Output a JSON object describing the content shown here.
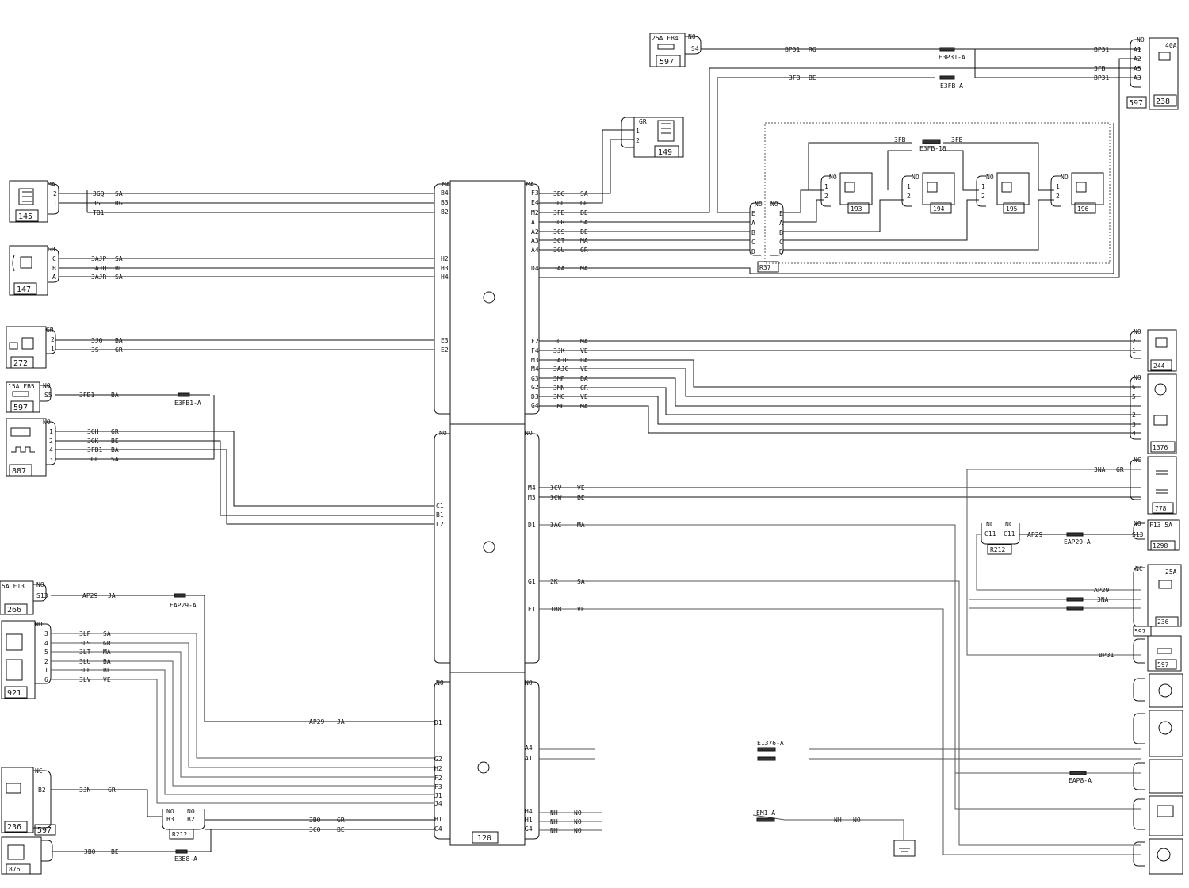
{
  "ecu": {
    "number": "120"
  },
  "components": {
    "c145": "145",
    "c147": "147",
    "c272": "272",
    "c597a": "597",
    "c597_fuse": "15A  FB5",
    "c887": "887",
    "c266": "266",
    "c266_fuse": "5A   F13",
    "c921": "921",
    "c149": "149",
    "c597b": "597",
    "c597b_fuse": "25A  FB4",
    "c238": "238",
    "c238_fuse": "40A",
    "c238_conn": "597",
    "c193": "193",
    "c194": "194",
    "c195": "195",
    "c196": "196",
    "r37": "R37",
    "c244": "244",
    "c1376": "1376",
    "c778": "778",
    "c1298": "1298",
    "c1298_fuse": "F13  5A",
    "r212": "R212",
    "r212b": "R212",
    "c236": "236",
    "c236_conn": "597",
    "c236_fuse": "25A",
    "c597c": "597",
    "c876": "876",
    "c597d": "597",
    "c876b": "876"
  },
  "splices": {
    "s1": "E3FB1-A",
    "s2": "E3P31-A",
    "s3": "E3FB-A",
    "s4": "E3FB-18",
    "s5": "EAP29-A",
    "s6": "EAP29-A",
    "s7": "E3B8-A",
    "s8": "EAP8-A",
    "s9": "EM1-A",
    "s10": "E1376-A"
  },
  "wires": {
    "w3gg": "3GQ",
    "w3s": "3S",
    "w1b1": "TB1",
    "wsa": "SA",
    "wrg": "RG",
    "w3ajp": "3AJP",
    "w3ajq": "3AJQ",
    "w3ajr": "3AJR",
    "wbe": "BE",
    "w3jq": "3JQ",
    "w3s2": "3S",
    "wba": "BA",
    "wgr": "GR",
    "w3fb1": "3FB1",
    "w3gh": "3GH",
    "w3gk": "3GK",
    "w3fb1b": "3FB1",
    "w3gf": "3GF",
    "wap29": "AP29",
    "wja": "JA",
    "w3lp": "3LP",
    "w3ls": "3LS",
    "w3lt": "3LT",
    "w3lu": "3LU",
    "w3lf": "3LF",
    "w3lv": "3LV",
    "wgr2": "GR",
    "wma": "MA",
    "wba2": "BA",
    "wbl": "BL",
    "wve": "VE",
    "w3bg": "3BG",
    "w3bl": "3BL",
    "w3fb": "3FB",
    "w3cr": "3CR",
    "w3cs": "3CS",
    "w3ct": "3CT",
    "w3cu": "3CU",
    "w3aa": "3AA",
    "w3c": "3C",
    "w3jk": "3JK",
    "w3ajb": "3AJB",
    "w3ajc": "3AJC",
    "w3mp": "3MP",
    "w3mn": "3MN",
    "w3mo": "3MO",
    "w3mo2": "3MO",
    "w3cv": "3CV",
    "w3cw": "3CW",
    "w3ac": "3AC",
    "w2k": "2K",
    "w3b8": "3B8",
    "wbp31": "BP31",
    "w3fbb": "3FB",
    "w3na": "3NA",
    "wap29b": "AP29",
    "w3jn": "3JN",
    "w3bo": "3BO",
    "w3co": "3CO",
    "w3b0": "3B0",
    "wnh": "NH",
    "wno": "NO"
  },
  "ecu_pins": {
    "left": [
      "B4",
      "B3",
      "B2",
      "H2",
      "H3",
      "H4",
      "E3",
      "E2",
      "C1",
      "B1",
      "L2",
      "D1",
      "G2",
      "H2",
      "F2",
      "F3",
      "J1",
      "J4",
      "B1",
      "C4"
    ],
    "right": [
      "F3",
      "E4",
      "M2",
      "A1",
      "A2",
      "A3",
      "A4",
      "D4",
      "F2",
      "F4",
      "M3",
      "M4",
      "G3",
      "G2",
      "D3",
      "G4",
      "M4",
      "M3",
      "D1",
      "G1",
      "E1",
      "A4",
      "A1",
      "H4",
      "H1",
      "G4"
    ],
    "conn_labels": [
      "MA",
      "MA",
      "NO",
      "NO",
      "NO",
      "NO"
    ]
  },
  "pins": {
    "p1": "1",
    "p2": "2",
    "p3": "3",
    "p4": "4",
    "p5": "5",
    "p6": "6",
    "pa": "A",
    "pb": "B",
    "pc": "C",
    "pd": "D",
    "pe": "E",
    "pno": "NO",
    "pma": "MA",
    "pgr": "GR",
    "ps4": "S4",
    "ps5": "S5",
    "ps13": "S13",
    "pa1": "A1",
    "pa2": "A2",
    "pa5": "A5",
    "pa3": "A3",
    "pb2": "B2",
    "pb3": "B3",
    "pc11": "C11",
    "pnc": "NC"
  }
}
